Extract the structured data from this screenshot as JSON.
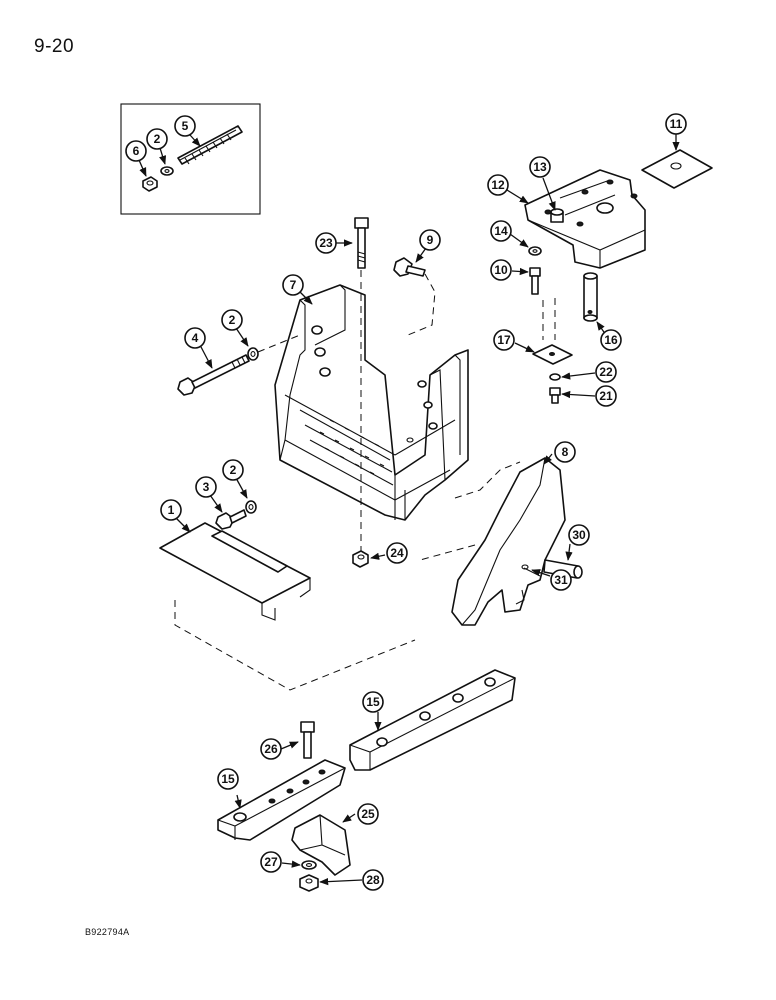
{
  "page": {
    "number": "9-20",
    "figure_code": "B922794A"
  },
  "callouts": {
    "c1": "1",
    "c2a": "2",
    "c2b": "2",
    "c2c": "2",
    "c3": "3",
    "c4": "4",
    "c5": "5",
    "c6": "6",
    "c7": "7",
    "c8": "8",
    "c9": "9",
    "c10": "10",
    "c11": "11",
    "c12": "12",
    "c13": "13",
    "c14": "14",
    "c15a": "15",
    "c15b": "15",
    "c16": "16",
    "c17": "17",
    "c21": "21",
    "c22": "22",
    "c23": "23",
    "c24": "24",
    "c25": "25",
    "c26": "26",
    "c27": "27",
    "c28": "28",
    "c30": "30",
    "c31": "31"
  }
}
